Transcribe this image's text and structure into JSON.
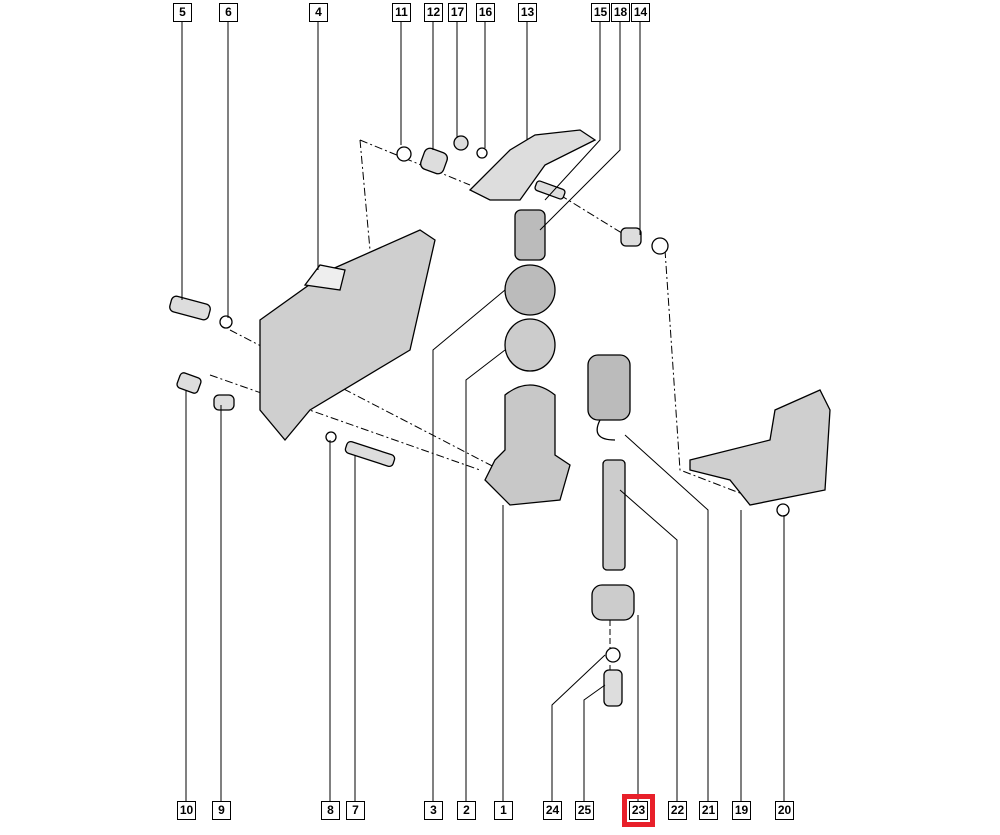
{
  "diagram": {
    "top_labels": [
      "5",
      "6",
      "4",
      "11",
      "12",
      "17",
      "16",
      "13",
      "15",
      "18",
      "14"
    ],
    "bottom_labels": [
      "10",
      "9",
      "8",
      "7",
      "3",
      "2",
      "1",
      "24",
      "25",
      "23",
      "22",
      "21",
      "19",
      "20"
    ],
    "highlighted_label": "23",
    "highlight_color": "#e8202a"
  }
}
